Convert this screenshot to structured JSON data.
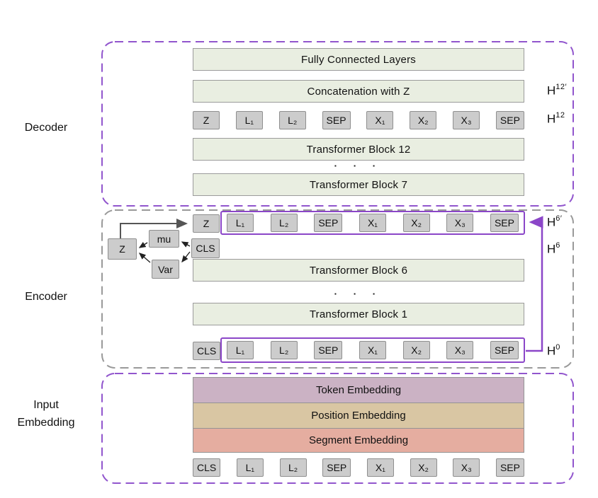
{
  "labels": {
    "decoder": "Decoder",
    "encoder": "Encoder",
    "input_embedding": "Input Embedding"
  },
  "decoder": {
    "fully_connected": "Fully Connected Layers",
    "concatenation": "Concatenation with Z",
    "tokens": [
      "Z",
      "L₁",
      "L₂",
      "SEP",
      "X₁",
      "X₂",
      "X₃",
      "SEP"
    ],
    "transformer_block_top": "Transformer Block 12",
    "ellipsis": "▪ ▪ ▪",
    "transformer_block_bottom": "Transformer Block 7",
    "h_labels": {
      "h12_prime": {
        "base": "H",
        "sup": "12′"
      },
      "h12": {
        "base": "H",
        "sup": "12"
      }
    }
  },
  "encoder": {
    "z_token": "Z",
    "top_tokens": [
      "L₁",
      "L₂",
      "SEP",
      "X₁",
      "X₂",
      "X₃",
      "SEP"
    ],
    "vae": {
      "z": "Z",
      "mu": "mu",
      "var": "Var",
      "cls": "CLS"
    },
    "transformer_block_top": "Transformer Block 6",
    "ellipsis": "▪ ▪ ▪",
    "transformer_block_bottom": "Transformer Block 1",
    "cls_token": "CLS",
    "bottom_tokens": [
      "L₁",
      "L₂",
      "SEP",
      "X₁",
      "X₂",
      "X₃",
      "SEP"
    ],
    "h_labels": {
      "h6_prime": {
        "base": "H",
        "sup": "6′"
      },
      "h6": {
        "base": "H",
        "sup": "6"
      },
      "h0": {
        "base": "H",
        "sup": "0"
      }
    }
  },
  "embedding": {
    "token_embedding": "Token Embedding",
    "position_embedding": "Position Embedding",
    "segment_embedding": "Segment Embedding",
    "tokens": [
      "CLS",
      "L₁",
      "L₂",
      "SEP",
      "X₁",
      "X₂",
      "X₃",
      "SEP"
    ]
  },
  "colors": {
    "purple_solid": "#8b46c8",
    "purple_dashed": "#9155cd",
    "gray_dashed": "#999999",
    "bar_green": "#e9eee1",
    "token_gray": "#cccccc",
    "token_embedding_bar": "#cbb2c4",
    "position_embedding_bar": "#d9c6a3",
    "segment_embedding_bar": "#e5ada0"
  }
}
